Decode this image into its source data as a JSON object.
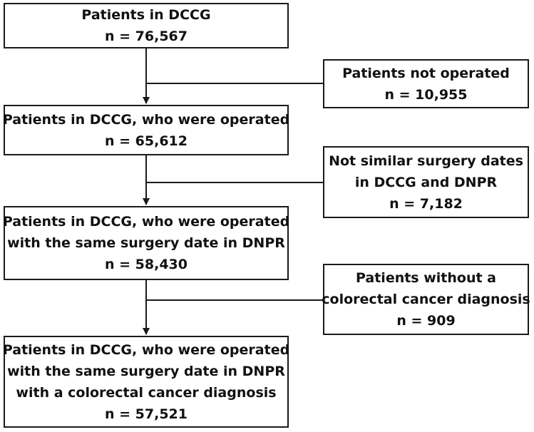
{
  "flowchart": {
    "main_steps": [
      {
        "lines": [
          "Patients in DCCG"
        ],
        "count": "n = 76,567"
      },
      {
        "lines": [
          "Patients in DCCG, who were operated"
        ],
        "count": "n = 65,612"
      },
      {
        "lines": [
          "Patients in DCCG, who were operated",
          "with the same surgery date in DNPR"
        ],
        "count": "n = 58,430"
      },
      {
        "lines": [
          "Patients in DCCG, who were operated",
          "with the same surgery date in DNPR",
          "with a colorectal cancer diagnosis"
        ],
        "count": "n = 57,521"
      }
    ],
    "exclusions": [
      {
        "lines": [
          "Patients not operated"
        ],
        "count": "n = 10,955"
      },
      {
        "lines": [
          "Not similar surgery dates",
          "in DCCG and DNPR"
        ],
        "count": "n = 7,182"
      },
      {
        "lines": [
          "Patients without a",
          "colorectal cancer diagnosis"
        ],
        "count": "n = 909"
      }
    ]
  },
  "colors": {
    "border": "#1a1a1a",
    "text": "#111111",
    "background": "#ffffff"
  }
}
